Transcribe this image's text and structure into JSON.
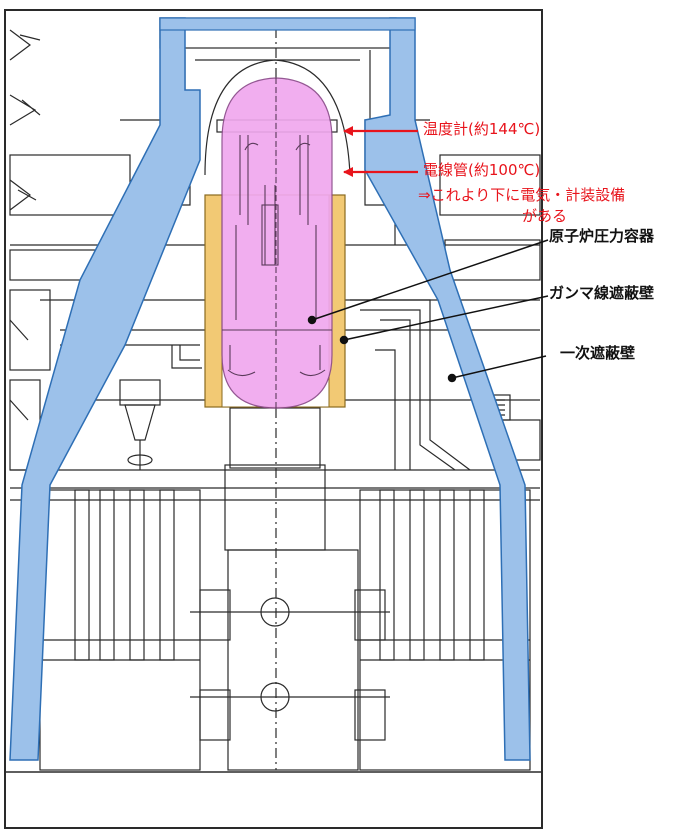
{
  "colors": {
    "primary_shield": "#9cc1ea",
    "primary_shield_edge": "#2e6fb5",
    "reactor_vessel": "#f0a8ee",
    "gamma_shield": "#f2c974",
    "line_art": "#2a2a2a",
    "annotation_red": "#e8141c",
    "annotation_black": "#111111"
  },
  "annotations": {
    "thermometer": "温度計(約144℃)",
    "conduit": "電線管(約100℃)",
    "conduit_note_line1": "⇒これより下に電気・計装設備",
    "conduit_note_line2": "がある",
    "reactor_pressure_vessel": "原子炉圧力容器",
    "gamma_ray_shield": "ガンマ線遮蔽壁",
    "primary_shield_wall": "一次遮蔽壁"
  }
}
